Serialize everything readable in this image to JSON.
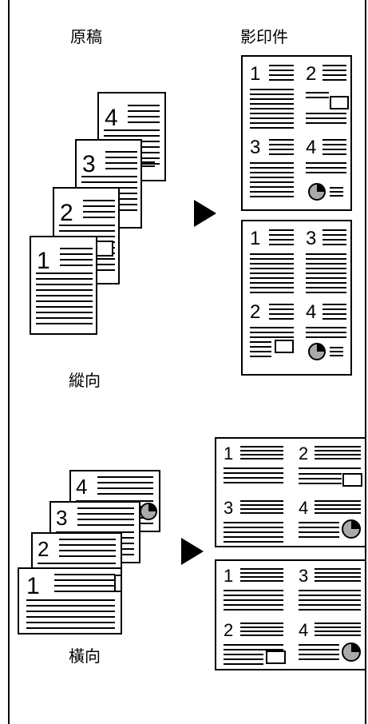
{
  "labels": {
    "original": "原稿",
    "copy": "影印件",
    "portrait": "縱向",
    "landscape": "橫向"
  },
  "page_numbers": [
    "1",
    "2",
    "3",
    "4"
  ],
  "colors": {
    "ink": "#000000",
    "pie_fill": "#aaaaaa",
    "paper": "#ffffff"
  },
  "icons": [
    "arrow-right-icon",
    "pie-chart-icon",
    "rectangle-icon"
  ]
}
